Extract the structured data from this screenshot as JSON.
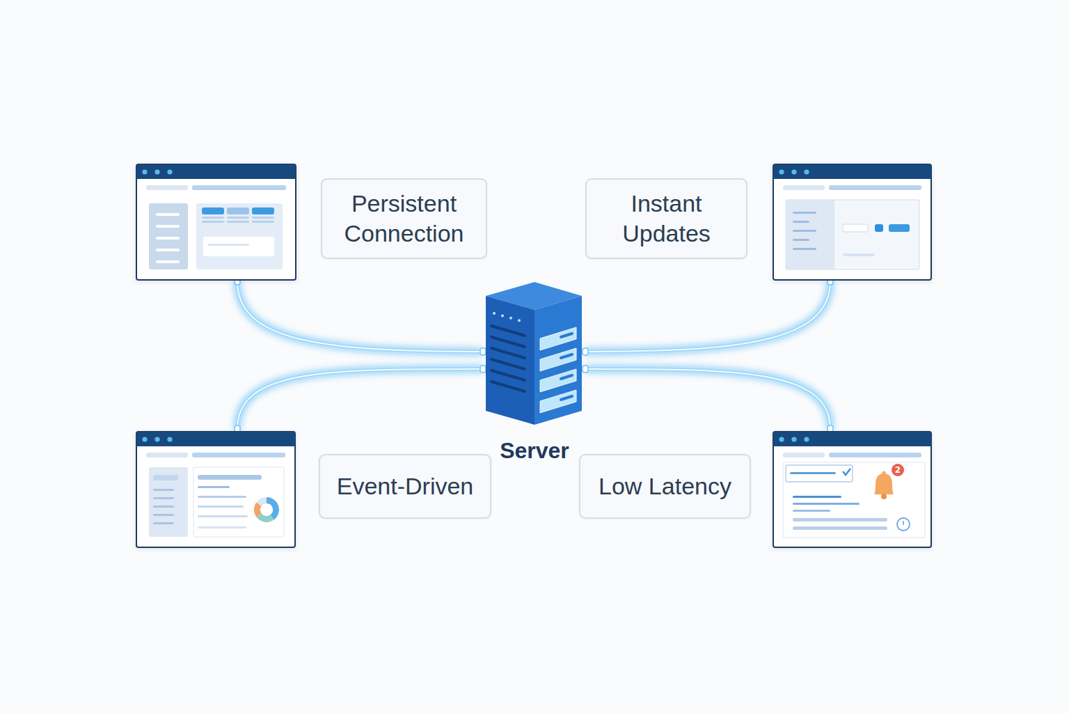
{
  "diagram": {
    "nodes": [
      {
        "text": [
          "Persistent Connection"
        ]
      },
      {
        "text": [
          "Instant Updates"
        ]
      },
      {
        "text": [
          "Server"
        ]
      },
      {
        "text": [
          "Event-Driven"
        ]
      },
      {
        "text": [
          "Low Latency"
        ]
      }
    ],
    "labels": [
      "2"
    ]
  }
}
